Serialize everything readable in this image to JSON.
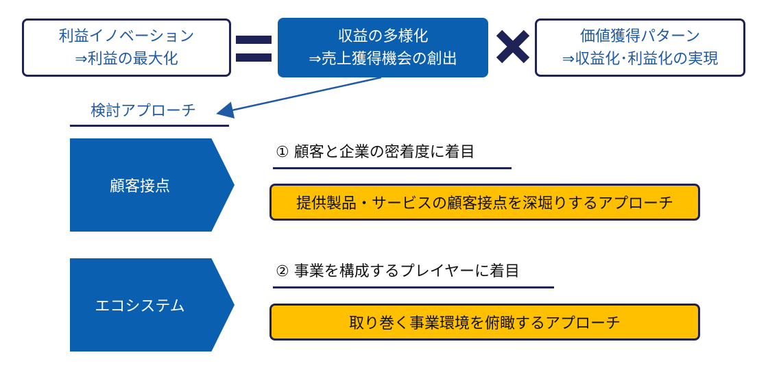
{
  "top": {
    "box1": {
      "line1": "利益イノベーション",
      "line2": "⇒利益の最大化"
    },
    "box2": {
      "line1": "収益の多様化",
      "line2": "⇒売上獲得機会の創出"
    },
    "box3": {
      "line1": "価値獲得パターン",
      "line2": "⇒収益化･利益化の実現"
    }
  },
  "approach_label": "検討アプローチ",
  "approaches": [
    {
      "chevron_label": "顧客接点",
      "focus_title": "①  顧客と企業の密着度に着目",
      "description": "提供製品・サービスの顧客接点を深堀りするアプローチ"
    },
    {
      "chevron_label": "エコシステム",
      "focus_title": "②  事業を構成するプレイヤーに着目",
      "description": "取り巻く事業環境を俯瞰するアプローチ"
    }
  ],
  "colors": {
    "navy": "#1f2257",
    "blue": "#0b5fb0",
    "text_blue": "#1f5aa6",
    "yellow": "#ffc000"
  }
}
